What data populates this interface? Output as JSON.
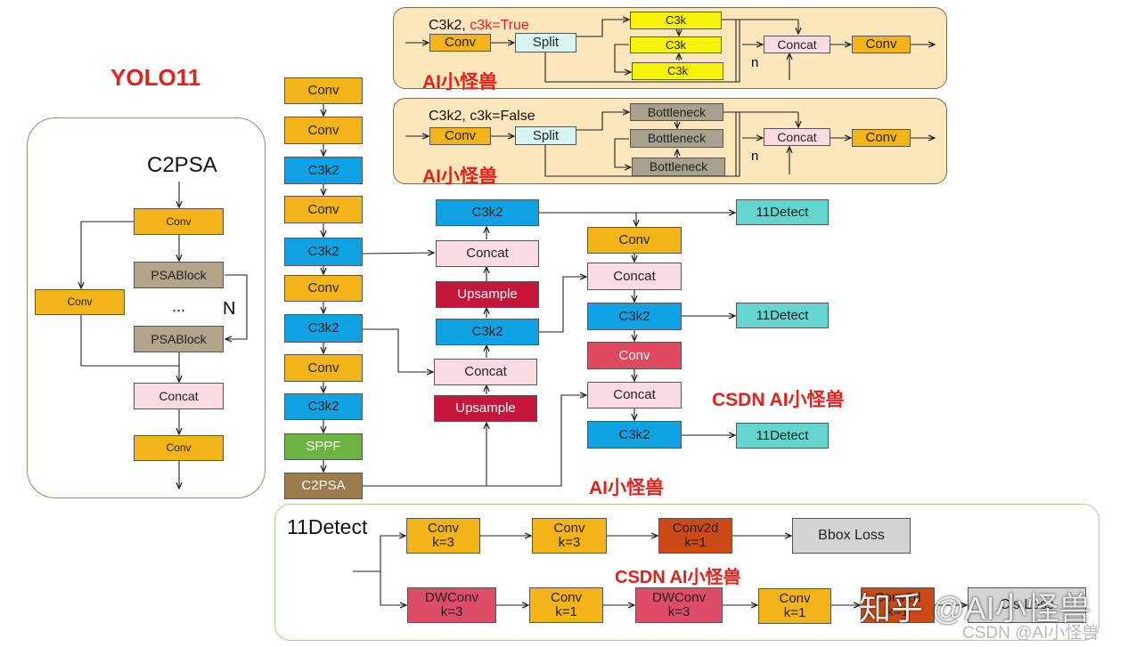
{
  "colors": {
    "conv_orange": "#f2b418",
    "c3k2_blue": "#0fa3e6",
    "concat_pink": "#fadbe1",
    "upsample_red": "#c8153c",
    "detect_teal": "#63d7cf",
    "sppf_green": "#6cb43f",
    "c2psa_brown": "#9b7c4a",
    "psablock_tan": "#b2a48a",
    "split_cyan": "#d8f5f6",
    "bottleneck_gray": "#a9a190",
    "conv2d_rust": "#cb4a16",
    "dwconv_pink": "#de4d67",
    "loss_gray": "#d4d4d4",
    "conv_red": "#e0495f",
    "label_red": "#e2211c",
    "top_panel_fill": "#fbe7bb",
    "bottom_panel_border": "#a5d38a"
  },
  "title": "YOLO11",
  "watermarks": {
    "top1": "AI小怪兽",
    "top2": "AI小怪兽",
    "mid": "CSDN AI小怪兽",
    "c2psa_side": "AI小怪兽",
    "bottom": "CSDN AI小怪兽",
    "zhihu": "知乎 @AI小怪兽",
    "csdn_footer": "CSDN @AI小怪兽"
  },
  "c2psa_panel": {
    "title": "C2PSA",
    "conv_top": "Conv",
    "conv_side": "Conv",
    "psablock_1": "PSABlock",
    "dots": "...",
    "n_label": "N",
    "psablock_2": "PSABlock",
    "concat": "Concat",
    "conv_bottom": "Conv"
  },
  "c3k2_true": {
    "title_black": "C3k2,",
    "title_red": "c3k=True",
    "conv_in": "Conv",
    "split": "Split",
    "c3k_1": "C3k",
    "c3k_2": "C3k",
    "c3k_3": "C3k",
    "n": "n",
    "concat": "Concat",
    "conv_out": "Conv"
  },
  "c3k2_false": {
    "title": "C3k2, c3k=False",
    "conv_in": "Conv",
    "split": "Split",
    "bottleneck_1": "Bottleneck",
    "bottleneck_2": "Bottleneck",
    "bottleneck_3": "Bottleneck",
    "n": "n",
    "concat": "Concat",
    "conv_out": "Conv"
  },
  "backbone": [
    "Conv",
    "Conv",
    "C3k2",
    "Conv",
    "C3k2",
    "Conv",
    "C3k2",
    "Conv",
    "C3k2",
    "SPPF",
    "C2PSA"
  ],
  "neck_mid": {
    "c3k2_top": "C3k2",
    "concat_1": "Concat",
    "upsample_1": "Upsample",
    "c3k2_mid": "C3k2",
    "concat_2": "Concat",
    "upsample_2": "Upsample"
  },
  "neck_right": {
    "conv_1": "Conv",
    "concat_1": "Concat",
    "c3k2_1": "C3k2",
    "conv_2": "Conv",
    "concat_2": "Concat",
    "c3k2_2": "C3k2"
  },
  "detect_outputs": [
    "11Detect",
    "11Detect",
    "11Detect"
  ],
  "detect_head": {
    "title": "11Detect",
    "box_branch": [
      "Conv\nk=3",
      "Conv\nk=3",
      "Conv2d\nk=1",
      "Bbox Loss"
    ],
    "cls_branch": [
      "DWConv\nk=3",
      "Conv\nk=1",
      "DWConv\nk=3",
      "Conv\nk=1",
      "Conv2d\nk=1",
      "Cls Loss"
    ]
  }
}
